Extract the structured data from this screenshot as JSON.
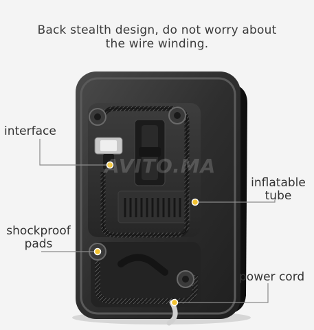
{
  "heading": {
    "line1": "Back stealth design, do not worry about",
    "line2": "the wire winding."
  },
  "callouts": {
    "interface": "interface",
    "inflatable_line1": "inflatable",
    "inflatable_line2": "tube",
    "shockproof_line1": "shockproof",
    "shockproof_line2": "pads",
    "power_cord": "power cord"
  },
  "watermark": "AVITO.MA",
  "colors": {
    "background": "#f4f4f4",
    "device_body": "#2b2b2b",
    "device_edge": "#4a4a4a",
    "callout_line": "#8a8a8a",
    "marker": "#f2c230"
  }
}
